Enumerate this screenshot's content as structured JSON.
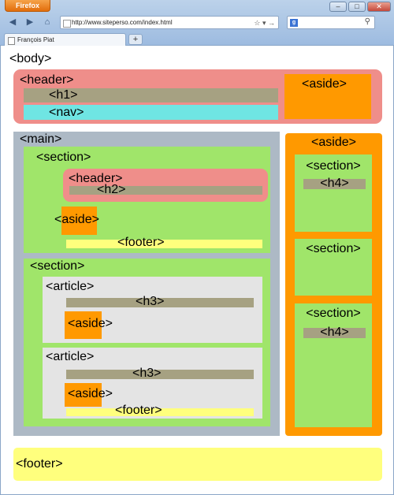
{
  "browser": {
    "menu_button": "Firefox",
    "url": "http://www.siteperso.com/index.html",
    "tab_title": "François Piat",
    "new_tab_symbol": "+",
    "search_engine_icon": "google-icon",
    "window_controls": [
      "minimize",
      "maximize",
      "close"
    ]
  },
  "layout": {
    "body": "<body>",
    "header": {
      "label": "<header>",
      "h1": "<h1>",
      "nav": "<nav>",
      "aside": "<aside>"
    },
    "main": {
      "label": "<main>",
      "section1": {
        "label": "<section>",
        "header": "<header>",
        "h2": "<h2>",
        "aside": "<aside>",
        "footer": "<footer>"
      },
      "section2": {
        "label": "<section>",
        "article1": {
          "label": "<article>",
          "h3": "<h3>",
          "aside": "<aside>"
        },
        "article2": {
          "label": "<article>",
          "h3": "<h3>",
          "aside": "<aside>",
          "footer": "<footer>"
        }
      }
    },
    "aside": {
      "label": "<aside>",
      "section1": {
        "label": "<section>",
        "h4": "<h4>"
      },
      "section2": {
        "label": "<section>"
      },
      "section3": {
        "label": "<section>",
        "h4": "<h4>"
      }
    },
    "footer": "<footer>"
  },
  "colors": {
    "header": "#ef8e8a",
    "heading": "#a6a182",
    "nav": "#6fe5e3",
    "aside": "#ff9900",
    "main": "#adb9c5",
    "section": "#a0e56a",
    "footer": "#ffff7d",
    "article": "#e4e4e4"
  }
}
